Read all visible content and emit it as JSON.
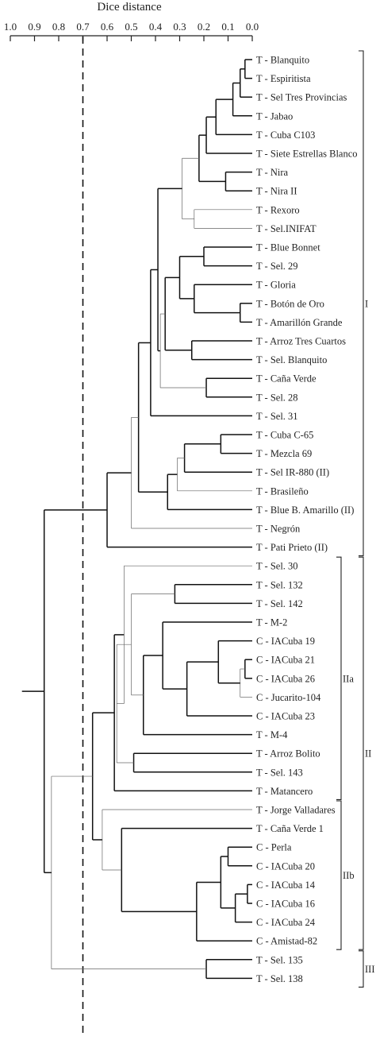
{
  "axis": {
    "title": "Dice distance",
    "ticks": [
      "1.0",
      "0.9",
      "0.8",
      "0.7",
      "0.6",
      "0.5",
      "0.4",
      "0.3",
      "0.2",
      "0.1",
      "0.0"
    ],
    "tick_values": [
      1.0,
      0.9,
      0.8,
      0.7,
      0.6,
      0.5,
      0.4,
      0.3,
      0.2,
      0.1,
      0.0
    ],
    "range": [
      1.0,
      0.0
    ],
    "cutoff": 0.7
  },
  "leaves": [
    "T - Blanquito",
    "T - Espiritista",
    "T - Sel Tres Provincias",
    "T - Jabao",
    "T - Cuba C103",
    "T - Siete Estrellas Blanco",
    "T - Nira",
    "T - Nira II",
    "T - Rexoro",
    "T - Sel.INIFAT",
    "T - Blue Bonnet",
    "T - Sel. 29",
    "T - Gloria",
    "T - Botón de Oro",
    "T - Amarillón Grande",
    "T - Arroz Tres Cuartos",
    "T - Sel. Blanquito",
    "T - Caña Verde",
    "T - Sel. 28",
    "T - Sel. 31",
    "T - Cuba C-65",
    "T - Mezcla 69",
    "T - Sel IR-880 (II)",
    "T - Brasileño",
    "T - Blue B. Amarillo (II)",
    "T - Negrón",
    "T - Pati Prieto (II)",
    "T - Sel. 30",
    "T - Sel. 132",
    "T - Sel. 142",
    "T - M-2",
    "C - IACuba 19",
    "C - IACuba 21",
    "C - IACuba 26",
    "C - Jucarito-104",
    "C - IACuba 23",
    "T - M-4",
    "T - Arroz Bolito",
    "T - Sel. 143",
    "T - Matancero",
    "T - Jorge Valladares",
    "T - Caña Verde 1",
    "C - Perla",
    "C - IACuba 20",
    "C - IACuba 14",
    "C - IACuba 16",
    "C - IACuba 24",
    "C - Amistad-82",
    "T - Sel. 135",
    "T - Sel. 138"
  ],
  "clusters": [
    {
      "label": "I",
      "from": 0,
      "to": 26
    },
    {
      "label": "II",
      "from": 27,
      "to": 47
    },
    {
      "label": "IIa",
      "from": 27,
      "to": 39
    },
    {
      "label": "IIb",
      "from": 40,
      "to": 47
    },
    {
      "label": "III",
      "from": 48,
      "to": 49
    }
  ],
  "merges": [
    {
      "id": "n1",
      "c": [
        0,
        1
      ],
      "d": 0.03,
      "w": 1
    },
    {
      "id": "n2",
      "c": [
        "n1",
        2
      ],
      "d": 0.05,
      "w": 1
    },
    {
      "id": "n3",
      "c": [
        "n2",
        3
      ],
      "d": 0.08,
      "w": 1
    },
    {
      "id": "n4",
      "c": [
        "n3",
        4
      ],
      "d": 0.15,
      "w": 1
    },
    {
      "id": "n5",
      "c": [
        "n4",
        5
      ],
      "d": 0.19,
      "w": 1
    },
    {
      "id": "n6",
      "c": [
        6,
        7
      ],
      "d": 0.11,
      "w": 1
    },
    {
      "id": "n7",
      "c": [
        "n5",
        "n6"
      ],
      "d": 0.22,
      "w": 1
    },
    {
      "id": "n8",
      "c": [
        8,
        9
      ],
      "d": 0.24,
      "w": 0
    },
    {
      "id": "n9",
      "c": [
        "n7",
        "n8"
      ],
      "d": 0.29,
      "w": 0
    },
    {
      "id": "n10",
      "c": [
        10,
        11
      ],
      "d": 0.2,
      "w": 1
    },
    {
      "id": "n11",
      "c": [
        13,
        14
      ],
      "d": 0.05,
      "w": 1
    },
    {
      "id": "n12",
      "c": [
        12,
        "n11"
      ],
      "d": 0.24,
      "w": 1
    },
    {
      "id": "n13",
      "c": [
        "n10",
        "n12"
      ],
      "d": 0.3,
      "w": 1
    },
    {
      "id": "n14",
      "c": [
        15,
        16
      ],
      "d": 0.25,
      "w": 1
    },
    {
      "id": "n15",
      "c": [
        "n13",
        "n14"
      ],
      "d": 0.36,
      "w": 1
    },
    {
      "id": "n16",
      "c": [
        17,
        18
      ],
      "d": 0.19,
      "w": 1
    },
    {
      "id": "n17",
      "c": [
        "n15",
        "n16"
      ],
      "d": 0.38,
      "w": 0
    },
    {
      "id": "n18",
      "c": [
        "n9",
        "n17"
      ],
      "d": 0.39,
      "w": 1
    },
    {
      "id": "n19",
      "c": [
        "n18",
        19
      ],
      "d": 0.42,
      "w": 1
    },
    {
      "id": "n20",
      "c": [
        20,
        21
      ],
      "d": 0.13,
      "w": 1
    },
    {
      "id": "n21",
      "c": [
        "n20",
        22
      ],
      "d": 0.28,
      "w": 1
    },
    {
      "id": "n22",
      "c": [
        "n21",
        23
      ],
      "d": 0.31,
      "w": 0
    },
    {
      "id": "n23",
      "c": [
        "n22",
        24
      ],
      "d": 0.35,
      "w": 1
    },
    {
      "id": "n24",
      "c": [
        "n19",
        "n23"
      ],
      "d": 0.47,
      "w": 1
    },
    {
      "id": "n25",
      "c": [
        "n24",
        25
      ],
      "d": 0.5,
      "w": 0
    },
    {
      "id": "n26",
      "c": [
        "n25",
        26
      ],
      "d": 0.6,
      "w": 1
    },
    {
      "id": "n27",
      "c": [
        28,
        29
      ],
      "d": 0.32,
      "w": 1
    },
    {
      "id": "n28",
      "c": [
        32,
        33
      ],
      "d": 0.03,
      "w": 1
    },
    {
      "id": "n29",
      "c": [
        "n28",
        34
      ],
      "d": 0.05,
      "w": 0
    },
    {
      "id": "n30",
      "c": [
        31,
        "n29"
      ],
      "d": 0.14,
      "w": 1
    },
    {
      "id": "n31",
      "c": [
        "n30",
        35
      ],
      "d": 0.27,
      "w": 1
    },
    {
      "id": "n32",
      "c": [
        30,
        "n31"
      ],
      "d": 0.37,
      "w": 1
    },
    {
      "id": "n33",
      "c": [
        "n32",
        36
      ],
      "d": 0.45,
      "w": 1
    },
    {
      "id": "n34",
      "c": [
        "n27",
        "n33"
      ],
      "d": 0.5,
      "w": 0
    },
    {
      "id": "n35",
      "c": [
        37,
        38
      ],
      "d": 0.49,
      "w": 1
    },
    {
      "id": "n36",
      "c": [
        "n34",
        "n35"
      ],
      "d": 0.56,
      "w": 0
    },
    {
      "id": "n37",
      "c": [
        27,
        "n36"
      ],
      "d": 0.53,
      "w": 0
    },
    {
      "id": "n38",
      "c": [
        "n37",
        39
      ],
      "d": 0.57,
      "w": 1
    },
    {
      "id": "n39",
      "c": [
        42,
        43
      ],
      "d": 0.1,
      "w": 1
    },
    {
      "id": "n40",
      "c": [
        44,
        45
      ],
      "d": 0.02,
      "w": 1
    },
    {
      "id": "n41",
      "c": [
        "n40",
        46
      ],
      "d": 0.07,
      "w": 1
    },
    {
      "id": "n42",
      "c": [
        "n39",
        "n41"
      ],
      "d": 0.13,
      "w": 1
    },
    {
      "id": "n43",
      "c": [
        "n42",
        47
      ],
      "d": 0.23,
      "w": 1
    },
    {
      "id": "n44",
      "c": [
        41,
        "n43"
      ],
      "d": 0.54,
      "w": 1
    },
    {
      "id": "n45",
      "c": [
        40,
        "n44"
      ],
      "d": 0.62,
      "w": 0
    },
    {
      "id": "n46",
      "c": [
        "n38",
        "n45"
      ],
      "d": 0.66,
      "w": 1
    },
    {
      "id": "n47",
      "c": [
        48,
        49
      ],
      "d": 0.19,
      "w": 1
    },
    {
      "id": "n48",
      "c": [
        "n46",
        "n47"
      ],
      "d": 0.83,
      "w": 0
    },
    {
      "id": "n49",
      "c": [
        "n26",
        "n48"
      ],
      "d": 0.86,
      "w": 1
    }
  ]
}
